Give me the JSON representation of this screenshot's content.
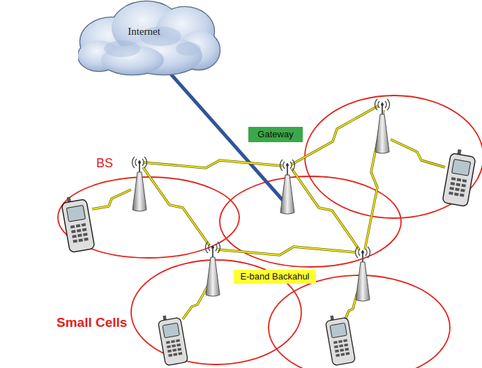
{
  "diagram": {
    "nodes": [
      {
        "text": [
          "Internet"
        ]
      },
      {
        "text": [
          "Gateway"
        ]
      },
      {
        "text": [
          "E-band Backahul"
        ]
      }
    ],
    "labels": [
      "BS",
      "Small Cells"
    ]
  }
}
